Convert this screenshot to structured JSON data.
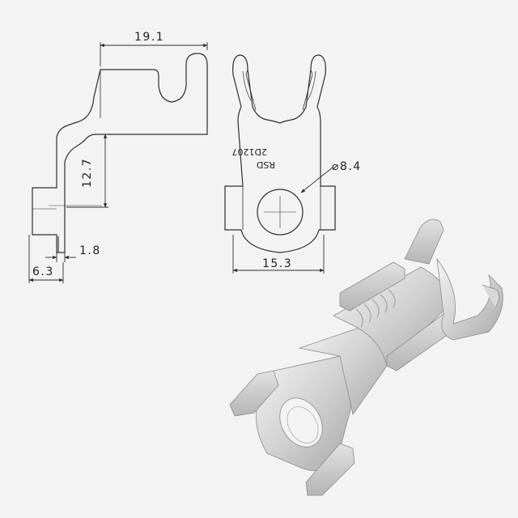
{
  "drawing": {
    "side_view": {
      "width_label": "19.1",
      "height_label": "12.7",
      "thickness_label": "1.8",
      "base_label": "6.3"
    },
    "front_view": {
      "marking_line1": "RSD",
      "marking_line2": "2D1207",
      "hole_label": "⌀8.4",
      "width_label": "15.3"
    }
  },
  "colors": {
    "line": "#2e2e2e",
    "background": "#f3f3f3",
    "metal_light": "#ececec",
    "metal_mid": "#c9c9c9",
    "metal_dark": "#9a9a9a"
  }
}
